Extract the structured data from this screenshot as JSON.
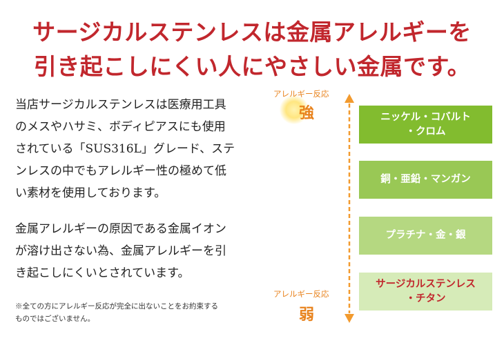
{
  "headline": {
    "line1": "サージカルステンレスは金属アレルギーを",
    "line2": "引き起こしにくい人にやさしい金属です。"
  },
  "body": {
    "paragraph1": [
      "当店サージカルステンレスは医療用工具",
      "のメスやハサミ、ボディピアスにも使用",
      "されている「SUS316L」グレード、ステ",
      "ンレスの中でもアレルギー性の極めて低",
      "い素材を使用しております。"
    ],
    "paragraph2": [
      "金属アレルギーの原因である金属イオン",
      "が溶け出さない為、金属アレルギーを引",
      "き起こしにくいとされています。"
    ]
  },
  "note": {
    "lines": [
      "※全ての方にアレルギー反応が完全に出ないことをお約束する",
      "ものではございません。"
    ]
  },
  "scale": {
    "top_caption": "アレルギー反応",
    "top_label": "強",
    "bottom_caption": "アレルギー反応",
    "bottom_label": "弱",
    "arrow_color": "#f29a2e"
  },
  "metals": [
    {
      "lines": [
        "ニッケル・コバルト",
        "・クロム"
      ]
    },
    {
      "lines": [
        "銅・亜鉛・マンガン"
      ]
    },
    {
      "lines": [
        "プラチナ・金・銀"
      ]
    },
    {
      "lines": [
        "サージカルステンレス",
        "・チタン"
      ]
    }
  ]
}
